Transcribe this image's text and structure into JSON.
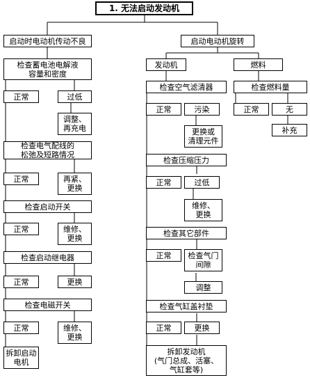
{
  "title": "1. 无法启动发动机",
  "left": {
    "header": "启动时电动机传动不良",
    "check_battery": "检查蓄电池电解液\n容量和密度",
    "normal_1": "正常",
    "low": "过低",
    "adjust_recharge": "调整、\n再充电",
    "check_wiring": "检查电气配线的\n松弛及短路情况",
    "normal_2": "正常",
    "retighten_replace": "再紧、\n更换",
    "check_start_switch": "检查启动开关",
    "normal_3": "正常",
    "repair_replace_1": "维修、\n更换",
    "check_start_relay": "检查启动继电器",
    "normal_4": "正常",
    "replace_1": "更换",
    "check_magnetic_switch": "检查电磁开关",
    "normal_5": "正常",
    "repair_replace_2": "维修、\n更换",
    "disassemble_starter": "拆卸启动\n电机"
  },
  "right": {
    "header": "启动电动机旋转",
    "engine": "发动机",
    "fuel": "燃料",
    "check_air_filter": "检查空气滤清器",
    "normal_1": "正常",
    "dirty": "污染",
    "replace_clean": "更换或\n清理元件",
    "check_compression": "检查压缩压力",
    "normal_2": "正常",
    "low": "过低",
    "repair_replace": "维修、\n更换",
    "check_other_parts": "检查其它部件",
    "normal_3": "正常",
    "check_valve_clearance": "检查气门\n间隙",
    "adjust": "调整",
    "check_head_gasket": "检查气缸盖衬垫",
    "normal_4": "正常",
    "replace": "更换",
    "disassemble_engine": "拆卸发动机\n(气门总成、活塞、\n气缸套等)",
    "check_fuel_level": "检查燃料量",
    "fuel_normal": "正常",
    "none": "无",
    "refill": "补充"
  }
}
